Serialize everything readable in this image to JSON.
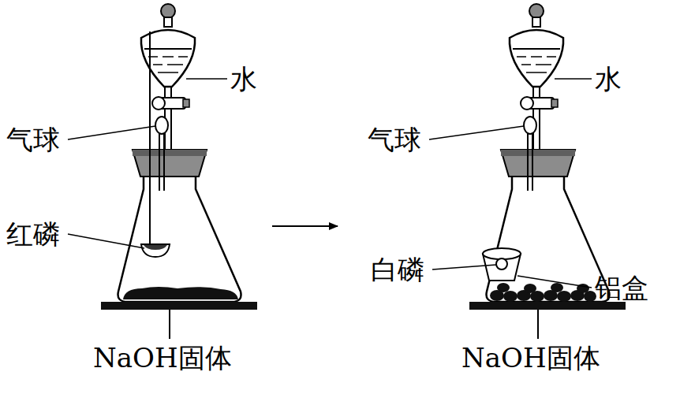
{
  "diagram": {
    "labels": [
      "水",
      "气球",
      "红磷",
      "NaOH固体",
      "水",
      "气球",
      "白磷",
      "铝盒",
      "NaOH固体"
    ]
  }
}
